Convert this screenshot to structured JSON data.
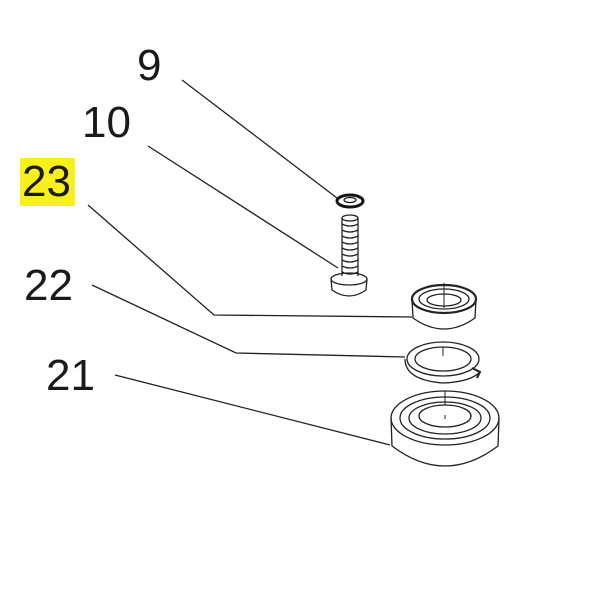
{
  "diagram": {
    "type": "exploded-parts-view",
    "highlight_color": "#f7f01e",
    "callouts": [
      {
        "number": "9",
        "part": "washer",
        "highlighted": false
      },
      {
        "number": "10",
        "part": "screw",
        "highlighted": false
      },
      {
        "number": "23",
        "part": "small-bearing",
        "highlighted": true
      },
      {
        "number": "22",
        "part": "snap-ring",
        "highlighted": false
      },
      {
        "number": "21",
        "part": "large-bearing",
        "highlighted": false
      }
    ]
  }
}
